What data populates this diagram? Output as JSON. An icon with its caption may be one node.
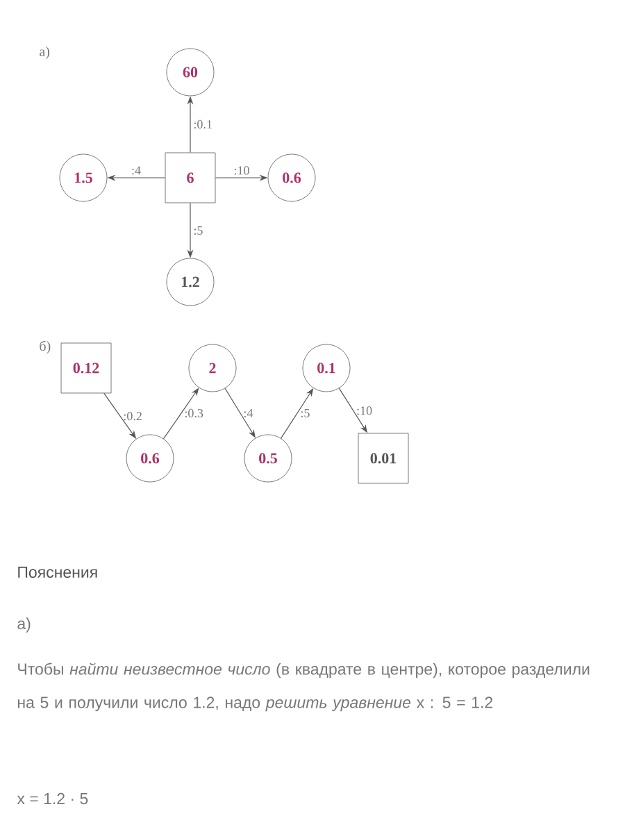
{
  "diagram": {
    "nodes": [
      {
        "text": [
          "6"
        ]
      },
      {
        "text": [
          "60"
        ]
      },
      {
        "text": [
          "1.5"
        ]
      },
      {
        "text": [
          "0.6"
        ]
      },
      {
        "text": [
          "1.2"
        ]
      },
      {
        "text": [
          "0.12"
        ]
      },
      {
        "text": [
          "0.6"
        ]
      },
      {
        "text": [
          "2"
        ]
      },
      {
        "text": [
          "0.5"
        ]
      },
      {
        "text": [
          "0.1"
        ]
      },
      {
        "text": [
          "0.01"
        ]
      }
    ],
    "edges": [
      {
        "from": 0,
        "to": 1,
        "arrow": "to",
        "label": ":0.1"
      },
      {
        "from": 0,
        "to": 2,
        "arrow": "to",
        "label": ":4"
      },
      {
        "from": 0,
        "to": 3,
        "arrow": "to",
        "label": ":10"
      },
      {
        "from": 0,
        "to": 4,
        "arrow": "to",
        "label": ":5"
      },
      {
        "from": 5,
        "to": 6,
        "arrow": "to",
        "label": ":0.2"
      },
      {
        "from": 6,
        "to": 7,
        "arrow": "to",
        "label": ":0.3"
      },
      {
        "from": 7,
        "to": 8,
        "arrow": "to",
        "label": ":4"
      },
      {
        "from": 8,
        "to": 9,
        "arrow": "to",
        "label": ":5"
      },
      {
        "from": 9,
        "to": 10,
        "arrow": "to",
        "label": ":10"
      }
    ],
    "labels": [
      "а)",
      "б)",
      "Пояснения",
      "а)",
      "Чтобы *найти неизвестное число* (в квадрате в центре), которое разделили на 5 и получили число 1.2, надо *решить уравнение* x : 5 = 1.2",
      "x = 1.2 · 5"
    ]
  }
}
